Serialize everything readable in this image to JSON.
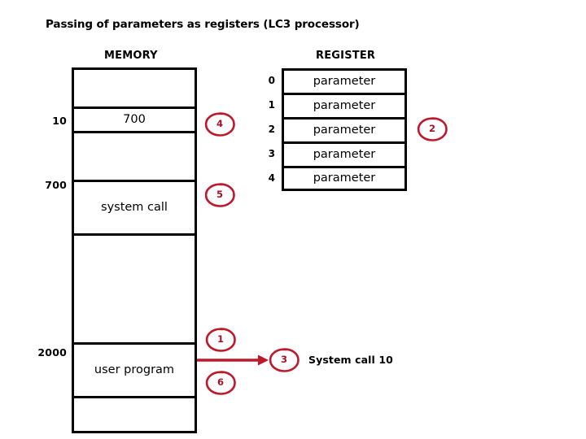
{
  "title": "Passing of parameters as registers (LC3 processor)",
  "columns": {
    "memory_heading": "MEMORY",
    "register_heading": "REGISTER"
  },
  "memory": {
    "address_labels": [
      {
        "text": "10"
      },
      {
        "text": "700"
      },
      {
        "text": "2000"
      }
    ],
    "rows": [
      {
        "text": ""
      },
      {
        "text": "700"
      },
      {
        "text": ""
      },
      {
        "text": "system call"
      },
      {
        "text": ""
      },
      {
        "text": "user program"
      },
      {
        "text": ""
      }
    ]
  },
  "register": {
    "indices": [
      "0",
      "1",
      "2",
      "3",
      "4"
    ],
    "rows": [
      {
        "text": "parameter"
      },
      {
        "text": "parameter"
      },
      {
        "text": "parameter"
      },
      {
        "text": "parameter"
      },
      {
        "text": "parameter"
      }
    ]
  },
  "steps": [
    {
      "id": "step-1",
      "label": "1"
    },
    {
      "id": "step-2",
      "label": "2"
    },
    {
      "id": "step-3",
      "label": "3"
    },
    {
      "id": "step-4",
      "label": "4"
    },
    {
      "id": "step-5",
      "label": "5"
    },
    {
      "id": "step-6",
      "label": "6"
    }
  ],
  "annotations": {
    "system_call_caption": "System call 10"
  },
  "colors": {
    "accent_red": "#C0182B",
    "step_text_red": "#A8102A",
    "outline_black": "#000000",
    "background": "#FFFFFF"
  }
}
